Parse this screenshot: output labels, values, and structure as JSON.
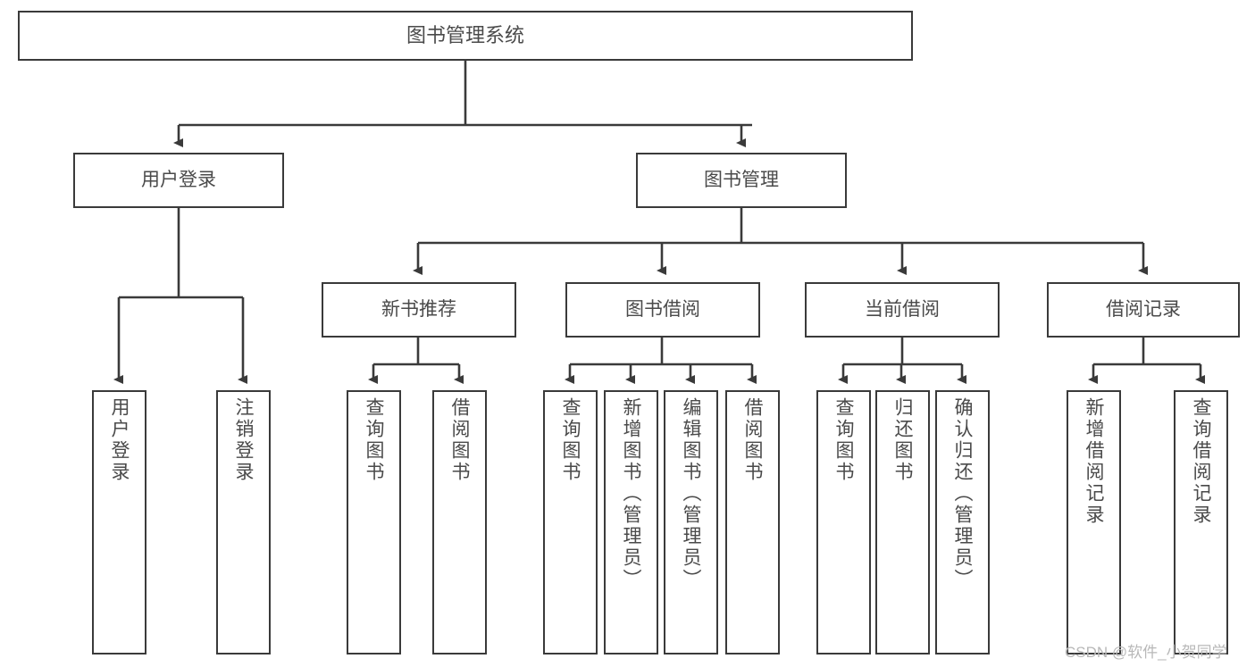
{
  "diagram": {
    "title": "图书管理系统",
    "type": "hierarchy-tree",
    "watermark": "CSDN @软件_小贺同学",
    "colors": {
      "border": "#3a3a3a",
      "text": "#4a4a4a",
      "background": "#ffffff",
      "watermark": "#b8b8b8"
    },
    "nodes": {
      "root": {
        "label": "图书管理系统",
        "level": 1
      },
      "level2": [
        {
          "id": "user-login",
          "label": "用户登录"
        },
        {
          "id": "book-manage",
          "label": "图书管理"
        }
      ],
      "level3": [
        {
          "id": "new-book-rec",
          "label": "新书推荐"
        },
        {
          "id": "book-borrow",
          "label": "图书借阅"
        },
        {
          "id": "current-borrow",
          "label": "当前借阅"
        },
        {
          "id": "borrow-record",
          "label": "借阅记录"
        }
      ],
      "leaves": {
        "user-login": [
          {
            "id": "leaf-user-login",
            "label": "用户登录"
          },
          {
            "id": "leaf-logout",
            "label": "注销登录"
          }
        ],
        "new-book-rec": [
          {
            "id": "leaf-query-book-1",
            "label": "查询图书"
          },
          {
            "id": "leaf-borrow-book-1",
            "label": "借阅图书"
          }
        ],
        "book-borrow": [
          {
            "id": "leaf-query-book-2",
            "label": "查询图书"
          },
          {
            "id": "leaf-add-book",
            "label": "新增图书（管理员）"
          },
          {
            "id": "leaf-edit-book",
            "label": "编辑图书（管理员）"
          },
          {
            "id": "leaf-borrow-book-2",
            "label": "借阅图书"
          }
        ],
        "current-borrow": [
          {
            "id": "leaf-query-book-3",
            "label": "查询图书"
          },
          {
            "id": "leaf-return-book",
            "label": "归还图书"
          },
          {
            "id": "leaf-confirm-return",
            "label": "确认归还（管理员）"
          }
        ],
        "borrow-record": [
          {
            "id": "leaf-add-record",
            "label": "新增借阅记录"
          },
          {
            "id": "leaf-query-record",
            "label": "查询借阅记录"
          }
        ]
      }
    }
  }
}
